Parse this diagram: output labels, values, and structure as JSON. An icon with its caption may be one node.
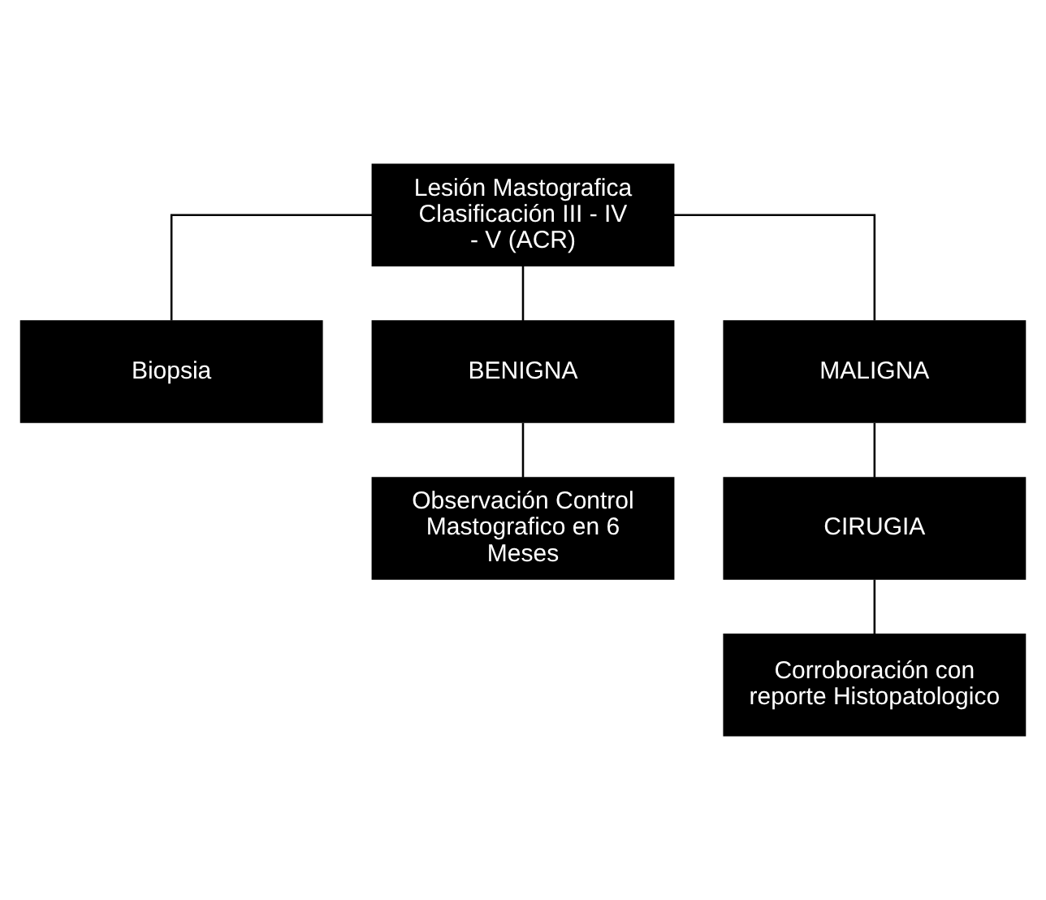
{
  "diagram": {
    "nodes": [
      {
        "text": [
          "Lesión Mastografica Clasificación III - IV - V (ACR)"
        ]
      },
      {
        "text": [
          "Biopsia"
        ]
      },
      {
        "text": [
          "BENIGNA"
        ]
      },
      {
        "text": [
          "MALIGNA"
        ]
      },
      {
        "text": [
          "Observación Control Mastografico en 6 Meses"
        ]
      },
      {
        "text": [
          "CIRUGIA"
        ]
      },
      {
        "text": [
          "Corroboración con reporte Histopatologico"
        ]
      }
    ],
    "edges": [
      {
        "from": 0,
        "to": 1,
        "arrow": "none"
      },
      {
        "from": 0,
        "to": 2,
        "arrow": "none"
      },
      {
        "from": 0,
        "to": 3,
        "arrow": "none"
      },
      {
        "from": 2,
        "to": 4,
        "arrow": "none"
      },
      {
        "from": 3,
        "to": 5,
        "arrow": "none"
      },
      {
        "from": 5,
        "to": 6,
        "arrow": "none"
      }
    ]
  }
}
